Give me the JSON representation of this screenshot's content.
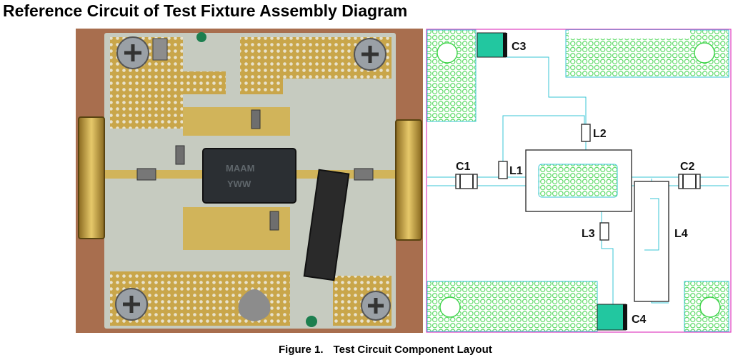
{
  "title": "Reference Circuit of Test Fixture Assembly Diagram",
  "caption": {
    "figure_number": "Figure 1.",
    "figure_title": "Test Circuit Component Layout"
  },
  "photo": {
    "chip_marking_line1": "MAAM",
    "chip_marking_line2": "YWW"
  },
  "layout": {
    "labels": {
      "c1": "C1",
      "c2": "C2",
      "c3": "C3",
      "c4": "C4",
      "l1": "L1",
      "l2": "L2",
      "l3": "L3",
      "l4": "L4"
    }
  },
  "colors": {
    "trace": "#39c6d6",
    "via": "#3fd44a",
    "outline": "#e040c0",
    "capacitor": "#22c7a0",
    "board_bg": "#c9cfc3",
    "gold": "#c9a64a"
  }
}
